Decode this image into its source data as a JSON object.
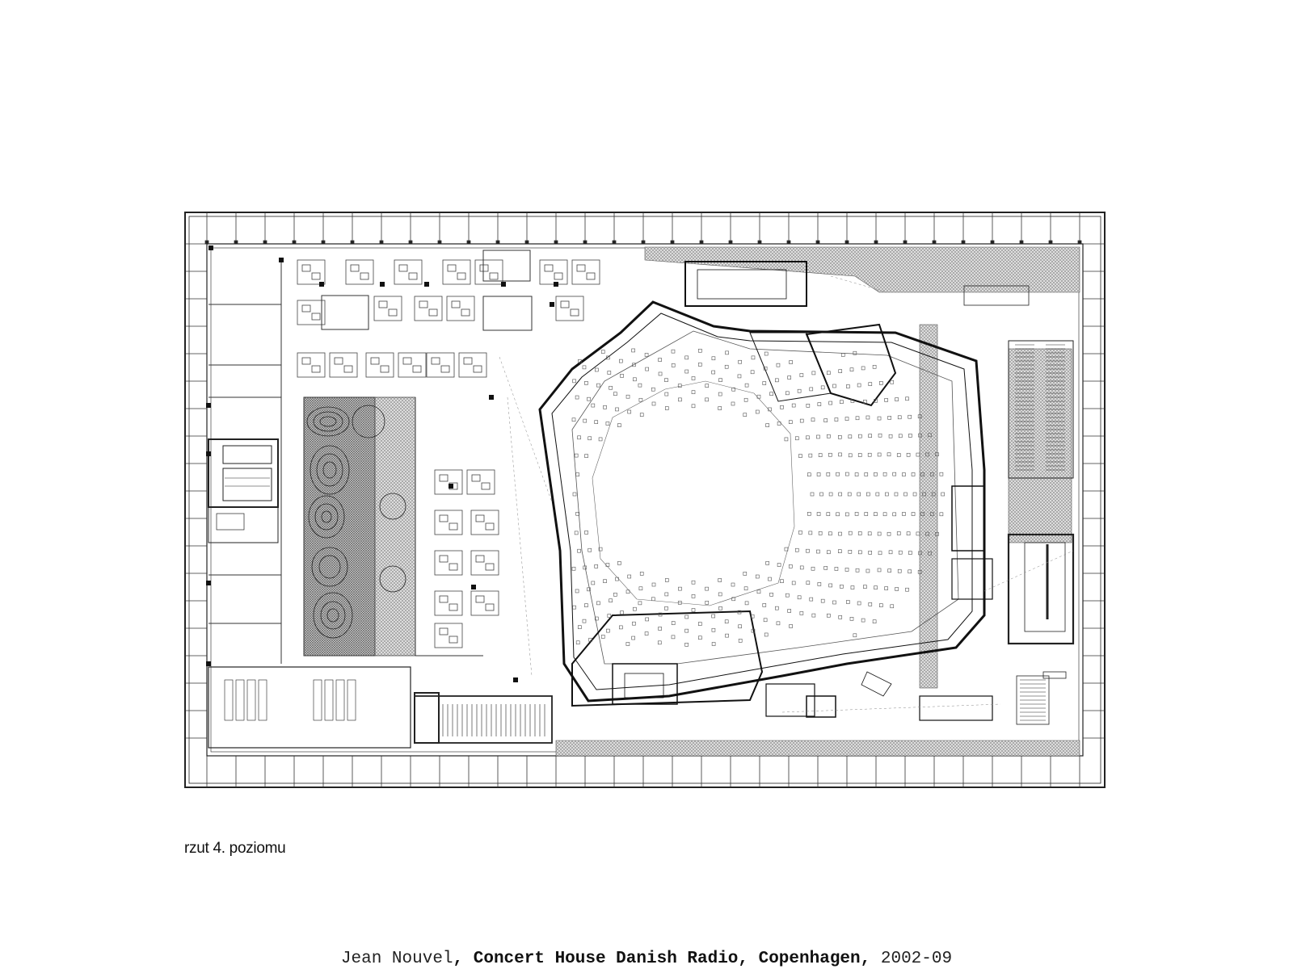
{
  "plan": {
    "label": "rzut 4. poziomu"
  },
  "caption": {
    "architect": "Jean Nouvel",
    "sep1": ", ",
    "title": "Concert House Danish Radio, Copenhagen",
    "sep2": ", ",
    "years": "2002-09"
  },
  "colors": {
    "line": "#222222",
    "hatch": "#9a9a9a",
    "paper": "#ffffff"
  }
}
